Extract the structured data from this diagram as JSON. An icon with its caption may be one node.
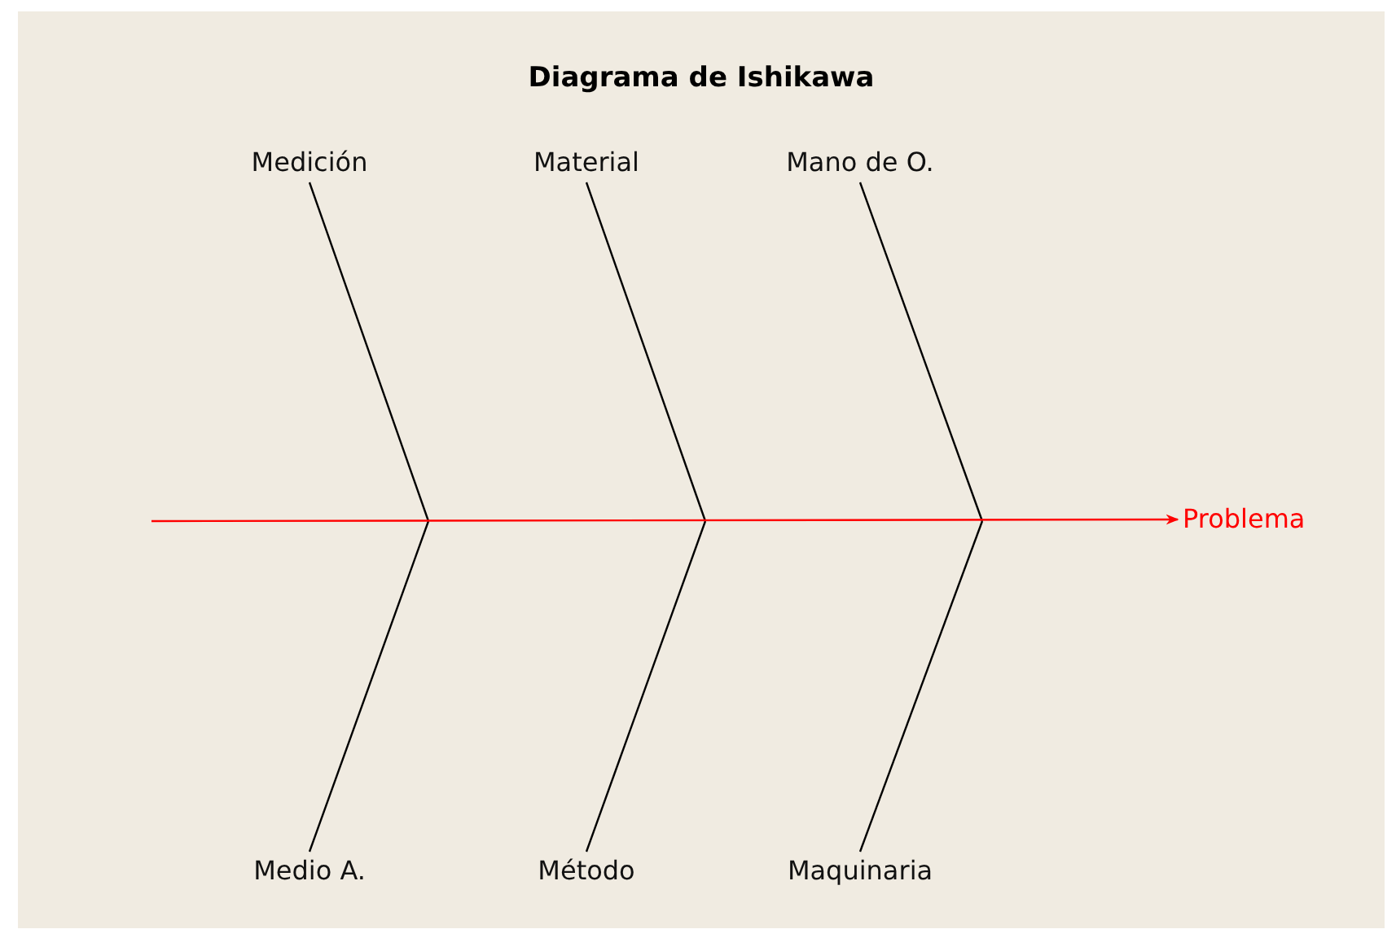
{
  "diagram": {
    "title": "Diagrama de Ishikawa",
    "nodes": [
      {
        "text": [
          "Medición"
        ]
      },
      {
        "text": [
          "Material"
        ]
      },
      {
        "text": [
          "Mano de O."
        ]
      },
      {
        "text": [
          "Medio A."
        ]
      },
      {
        "text": [
          "Método"
        ]
      },
      {
        "text": [
          "Maquinaria"
        ]
      },
      {
        "text": [
          "Problema"
        ]
      }
    ],
    "edges": [
      {
        "from": 0,
        "to": null,
        "arrow": "none"
      },
      {
        "from": 1,
        "to": null,
        "arrow": "none"
      },
      {
        "from": 2,
        "to": null,
        "arrow": "none"
      },
      {
        "from": 3,
        "to": null,
        "arrow": "none"
      },
      {
        "from": 4,
        "to": null,
        "arrow": "none"
      },
      {
        "from": 5,
        "to": null,
        "arrow": "none"
      },
      {
        "from": null,
        "to": 6,
        "arrow": "to",
        "color": "#ff0000"
      }
    ]
  }
}
